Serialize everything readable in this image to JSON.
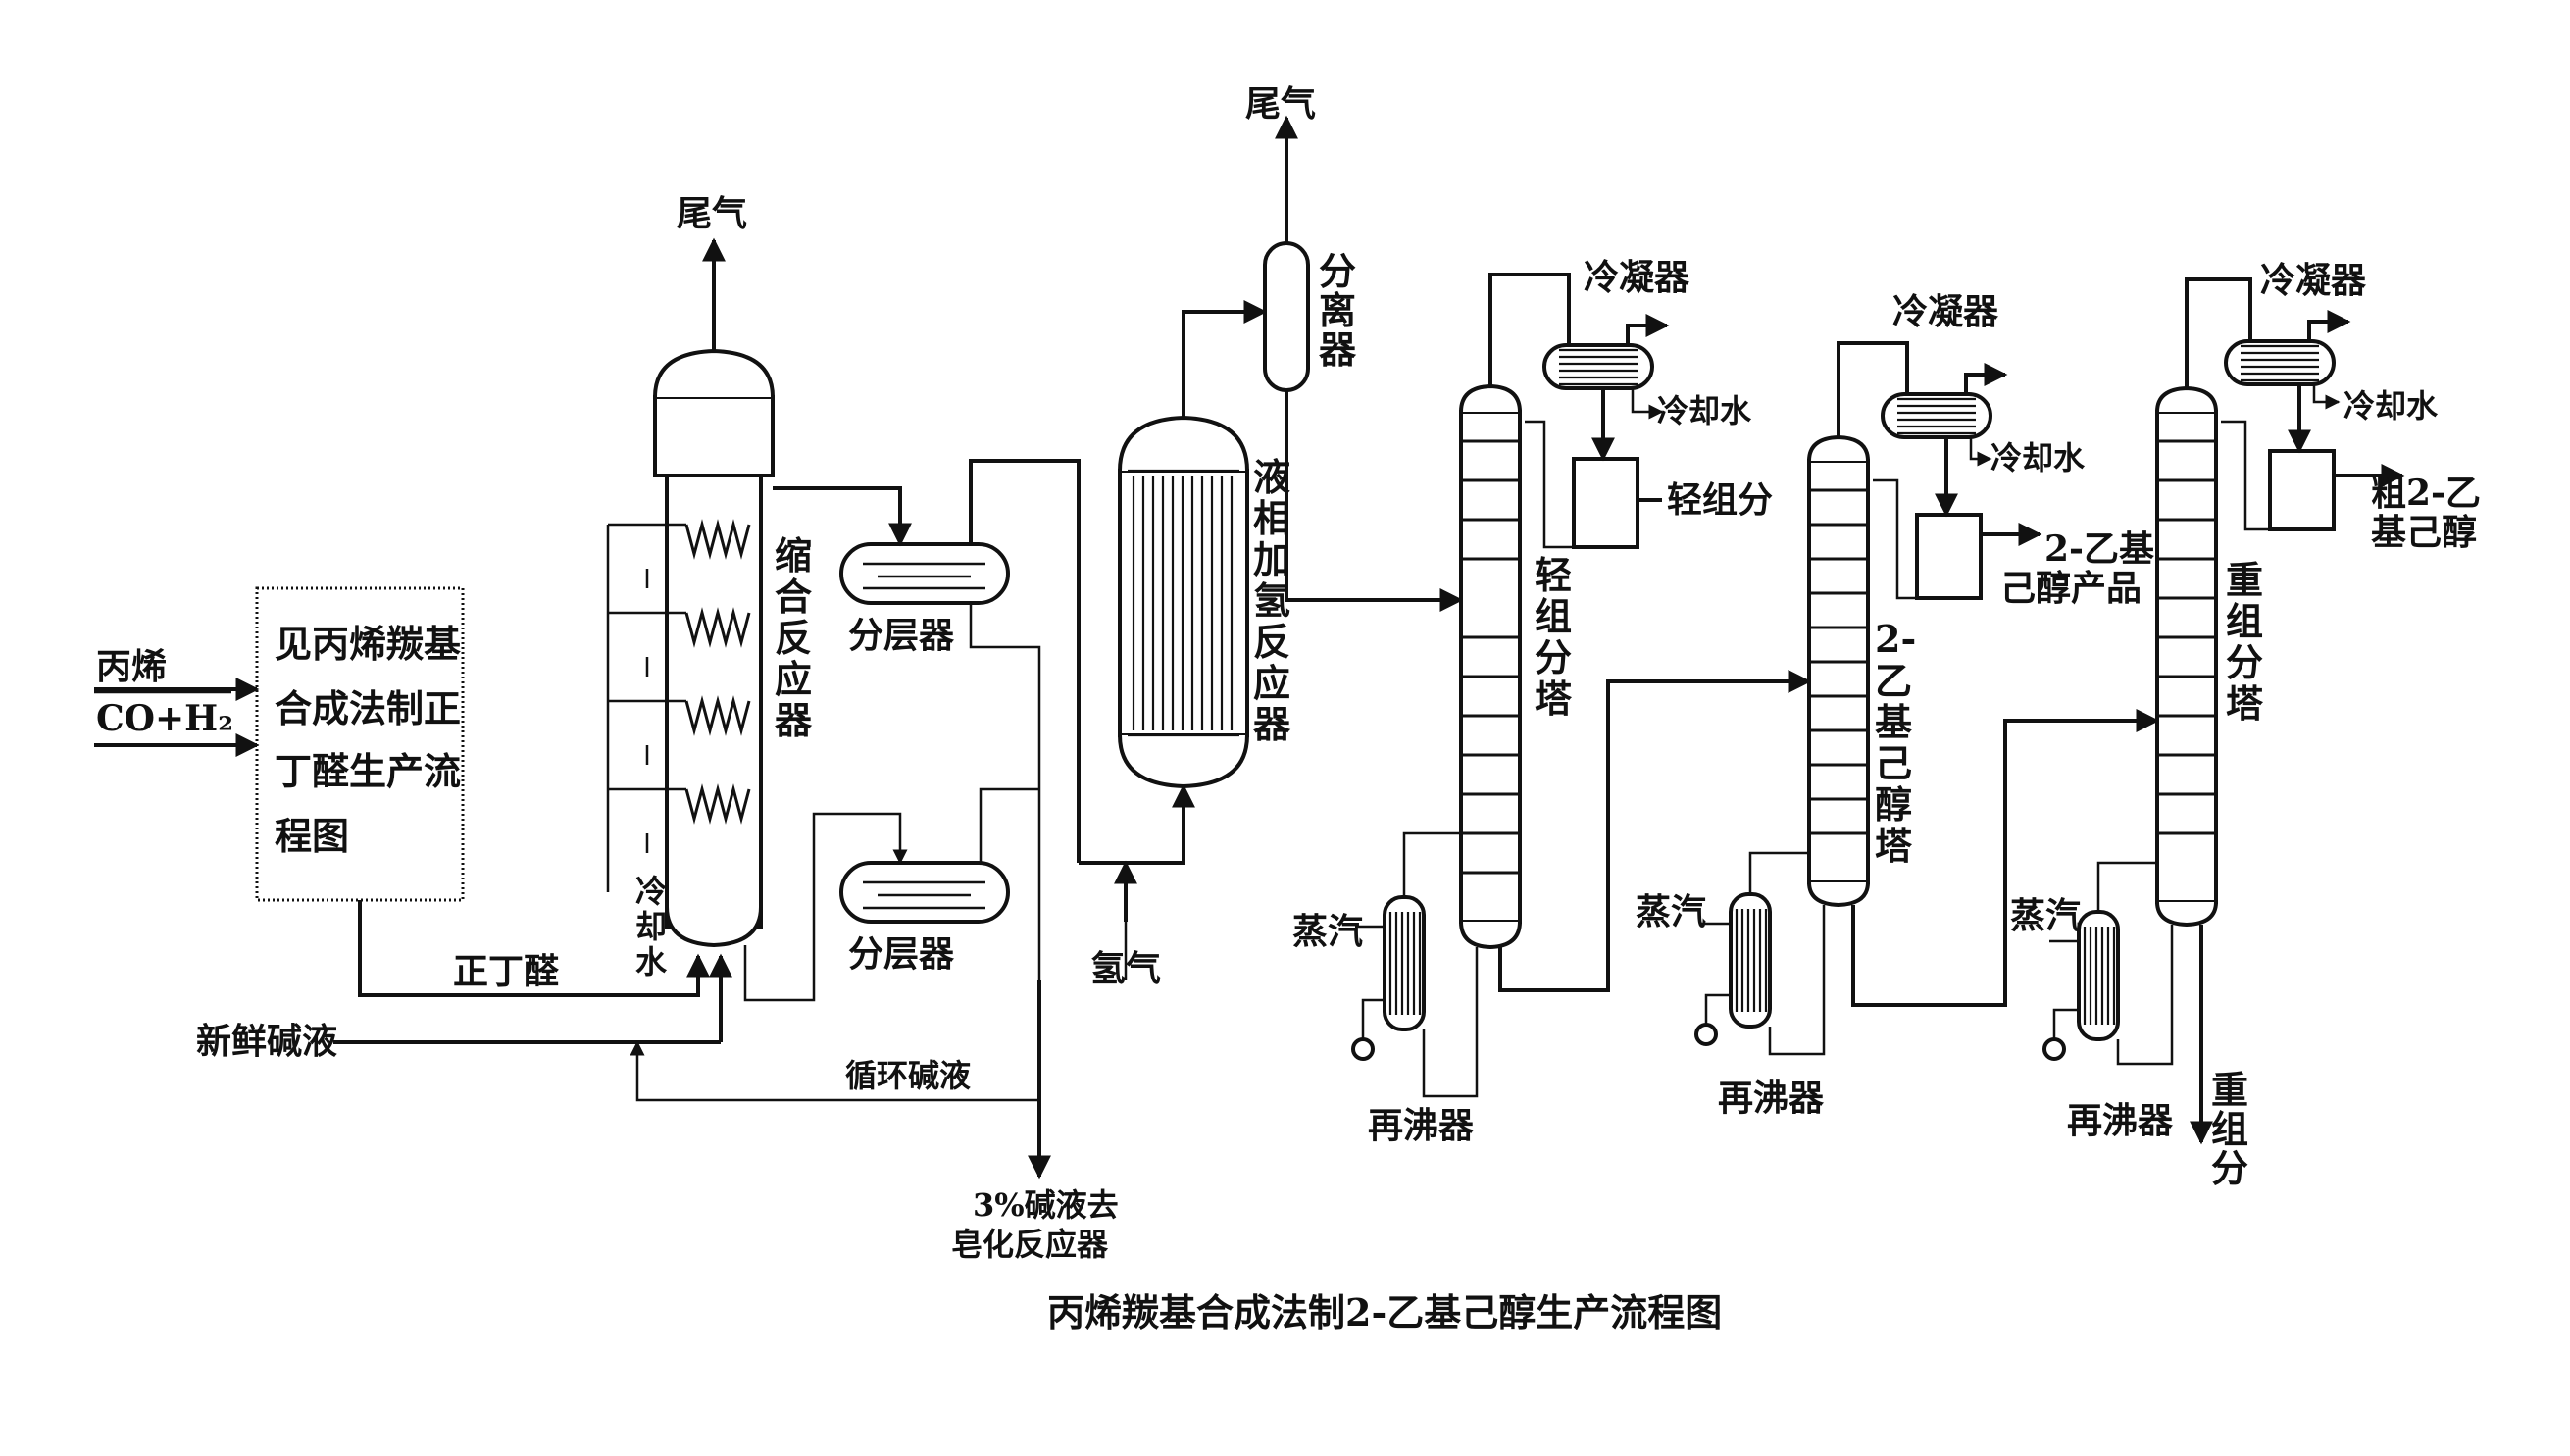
{
  "title": "丙烯羰基合成法制2-乙基己醇生产流程图",
  "feeds": {
    "propylene": "丙烯",
    "syngas": "CO+H₂",
    "fresh_caustic": "新鲜碱液",
    "hydrogen": "氢气"
  },
  "boxes": {
    "upstream_note": [
      "见丙烯羰基",
      "合成法制正",
      "丁醛生产流",
      "程图"
    ]
  },
  "equipment": {
    "condensation_reactor": "缩合反应器",
    "settler": "分层器",
    "liquid_hydrogenation_reactor": "液相加氢反应器",
    "separator": "分离器",
    "light_column": "轻组分塔",
    "main_column": [
      "2-",
      "乙基己醇塔"
    ],
    "heavy_column": "重组分塔",
    "condenser": "冷凝器",
    "reboiler": "再沸器"
  },
  "streams": {
    "offgas": "尾气",
    "cooling_water": "冷却水",
    "cooling_water_vertical": "冷却水",
    "n_butyraldehyde": "正丁醛",
    "recycle_caustic": "循环碱液",
    "spent_caustic": [
      "3%碱液去",
      "皂化反应器"
    ],
    "steam": "蒸汽",
    "light_ends": "轻组分",
    "product": [
      "2-乙基",
      "己醇产品"
    ],
    "crude_product": [
      "粗2-乙",
      "基己醇"
    ],
    "heavy_ends": "重组分"
  }
}
